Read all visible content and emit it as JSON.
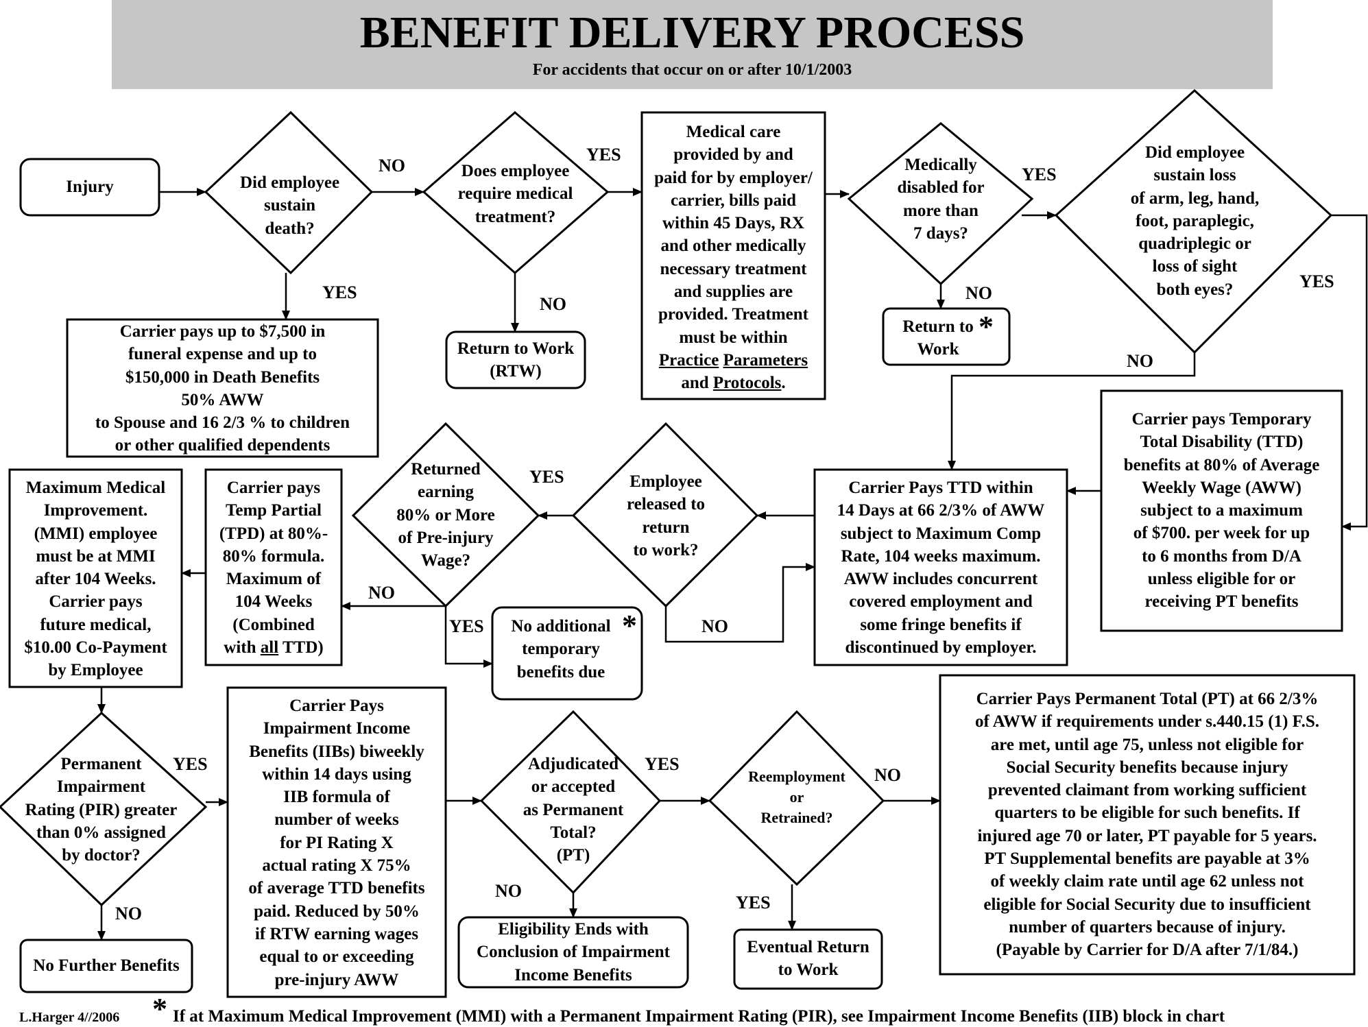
{
  "header": {
    "title": "BENEFIT DELIVERY PROCESS",
    "subtitle": "For accidents that occur on or after 10/1/2003"
  },
  "nodes": {
    "injury": "Injury",
    "death_decision": "Did employee\nsustain\ndeath?",
    "medical_decision": "Does employee\nrequire medical\ntreatment?",
    "medical_care": {
      "text": "Medical care\nprovided by and\npaid for by employer/\ncarrier, bills paid\nwithin 45 Days, RX\nand other medically\nnecessary treatment\nand supplies are\nprovided. Treatment\nmust be within",
      "practice": "Practice",
      "parameters": "Parameters",
      "and": "and",
      "protocols": "Protocols",
      "period": "."
    },
    "disabled_decision": "Medically\ndisabled for\nmore than\n7 days?",
    "loss_decision": "Did employee\nsustain loss\nof arm, leg, hand,\nfoot, paraplegic,\nquadriplegic or\nloss of sight\nboth eyes?",
    "death_benefits": "Carrier pays up to $7,500 in\nfuneral expense and up to\n$150,000 in Death Benefits\n50% AWW\nto Spouse and 16 2/3 % to children\nor other qualified dependents",
    "rtw": "Return to Work\n(RTW)",
    "return_to_work": "Return to\nWork",
    "ttd_loss": "Carrier pays Temporary\nTotal Disability (TTD)\nbenefits at 80% of Average\nWeekly Wage (AWW)\nsubject to a maximum\nof $700. per week for up\nto 6 months from D/A\nunless eligible for or\nreceiving PT benefits",
    "ttd": "Carrier Pays TTD within\n14 Days at 66 2/3% of AWW\nsubject to Maximum Comp\nRate, 104 weeks maximum.\nAWW includes concurrent\ncovered employment and\nsome fringe benefits if\ndiscontinued by employer.",
    "released_decision": "Employee\nreleased to\nreturn\nto work?",
    "returned_decision": "Returned\nearning\n80% or More\nof Pre-injury\nWage?",
    "tpd": {
      "text": "Carrier pays\nTemp Partial\n(TPD) at 80%-\n80% formula.\nMaximum of\n104 Weeks\n(Combined",
      "with": "with",
      "all": "all",
      "ttd_close": "TTD)"
    },
    "mmi": "Maximum Medical\nImprovement.\n(MMI) employee\nmust be at MMI\nafter 104 Weeks.\nCarrier pays\nfuture medical,\n$10.00 Co-Payment\nby Employee",
    "no_additional": "No additional\ntemporary\nbenefits due",
    "pir_decision": "Permanent\nImpairment\nRating (PIR) greater\nthan  0% assigned\nby doctor?",
    "iib": "Carrier Pays\nImpairment Income\nBenefits (IIBs) biweekly\nwithin 14 days using\nIIB formula of\nnumber of weeks\nfor PI Rating X\nactual rating X 75%\nof average TTD benefits\npaid. Reduced by 50%\nif RTW earning wages\nequal  to or exceeding\npre-injury AWW",
    "adjudicated_decision": "Adjudicated\nor accepted\nas Permanent\nTotal?\n(PT)",
    "reemployment_decision": "Reemployment\nor\nRetrained?",
    "pt": "Carrier Pays Permanent Total (PT) at 66 2/3%\nof AWW if requirements under s.440.15 (1) F.S.\nare met, until age 75, unless not eligible for\nSocial Security benefits because injury\nprevented claimant from working sufficient\nquarters to be eligible for such benefits. If\ninjured age 70 or later, PT payable for 5 years.\nPT Supplemental benefits are payable at 3%\nof  weekly claim rate until age 62 unless not\neligible for Social Security due to insufficient\nnumber of quarters because of injury.\n(Payable by Carrier for D/A after 7/1/84.)",
    "no_further": "No Further Benefits",
    "eligibility_ends": "Eligibility Ends with\nConclusion of Impairment\nIncome Benefits",
    "eventual_return": "Eventual Return\nto Work"
  },
  "labels": {
    "yes": "YES",
    "no": "NO",
    "star": "*"
  },
  "footer": {
    "signature": "L.Harger 4//2006",
    "footnote": "If at Maximum Medical Improvement (MMI) with a Permanent Impairment Rating (PIR), see Impairment Income Benefits (IIB) block in chart"
  }
}
